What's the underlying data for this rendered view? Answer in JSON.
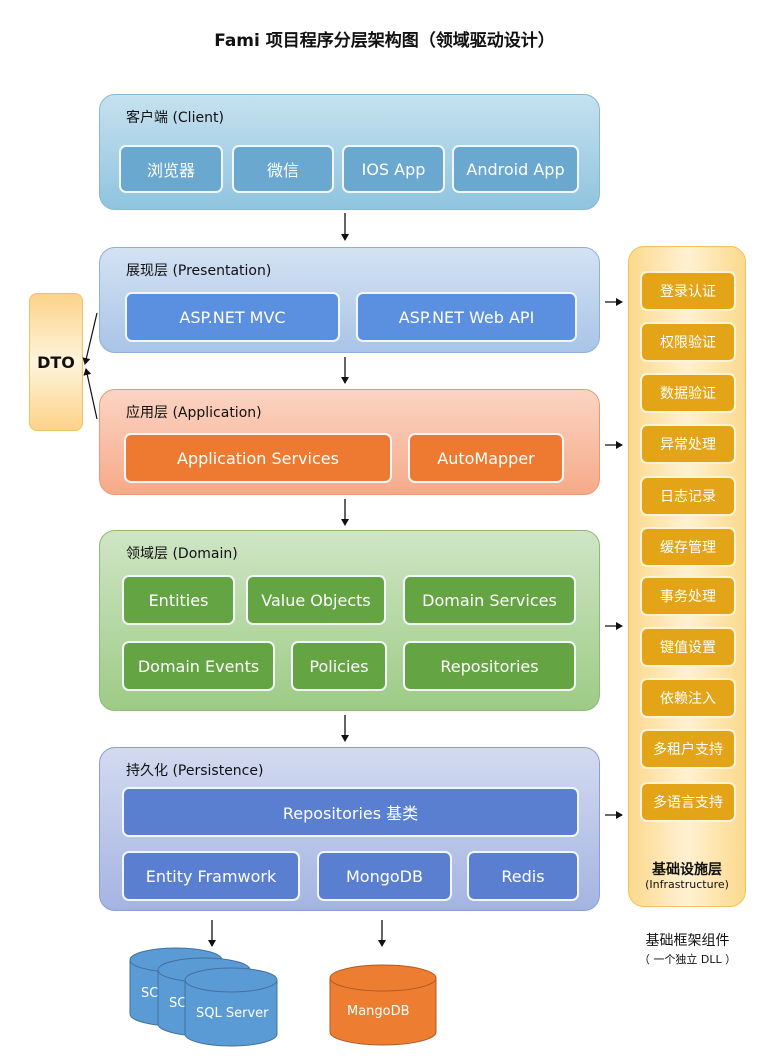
{
  "title": "Fami 项目程序分层架构图（领域驱动设计）",
  "layers": {
    "client": {
      "label": "客户端 (Client)",
      "items": [
        "浏览器",
        "微信",
        "IOS App",
        "Android App"
      ],
      "color": "#6aa8cf"
    },
    "presentation": {
      "label": "展现层 (Presentation)",
      "items": [
        "ASP.NET MVC",
        "ASP.NET Web API"
      ],
      "color": "#5b8fdf"
    },
    "application": {
      "label": "应用层 (Application)",
      "items": [
        "Application Services",
        "AutoMapper"
      ],
      "color": "#ee7a32"
    },
    "domain": {
      "label": "领域层 (Domain)",
      "items": [
        "Entities",
        "Value Objects",
        "Domain Services",
        "Domain Events",
        "Policies",
        "Repositories"
      ],
      "color": "#64a443"
    },
    "persistence": {
      "label": "持久化 (Persistence)",
      "base": "Repositories 基类",
      "items": [
        "Entity Framwork",
        "MongoDB",
        "Redis"
      ],
      "color": "#5a7fd0"
    }
  },
  "dto": {
    "label": "DTO"
  },
  "infrastructure": {
    "items": [
      "登录认证",
      "权限验证",
      "数据验证",
      "异常处理",
      "日志记录",
      "缓存管理",
      "事务处理",
      "键值设置",
      "依赖注入",
      "多租户支持",
      "多语言支持"
    ],
    "title": "基础设施层",
    "subtitle": "(Infrastructure)",
    "color": "#e3a417"
  },
  "caption": {
    "line1": "基础框架组件",
    "line2": "（ 一个独立 DLL ）"
  },
  "databases": {
    "sql": {
      "labels": [
        "SC",
        "SC",
        "SQL Server"
      ],
      "color": "#5b9bd5"
    },
    "mongo": {
      "label": "MangoDB",
      "color": "#ed7d31"
    }
  }
}
